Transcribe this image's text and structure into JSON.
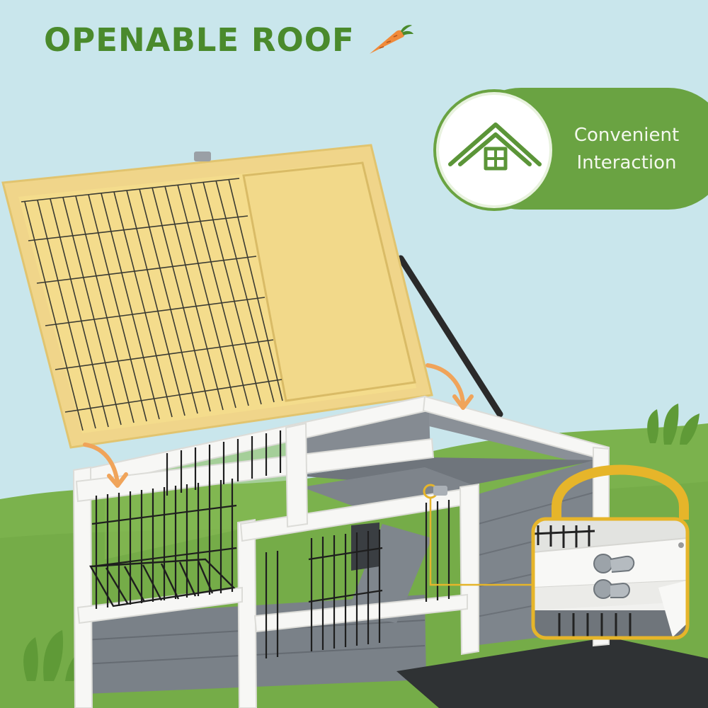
{
  "heading": {
    "text": "OPENABLE ROOF"
  },
  "feature": {
    "label_line1": "Convenient",
    "label_line2": "Interaction",
    "icon": "house-roof-icon"
  },
  "decorations": {
    "heading_icon": "carrot-icon",
    "detail_inset": "latch-closeup-inset"
  },
  "colors": {
    "sky": "#c9e6ec",
    "grass": "#7bb24d",
    "brand_green": "#4a8a2c",
    "banner_green": "#6aa342",
    "roof_panel": "#f4dc8c",
    "hutch_grey": "#7e858c",
    "frame_white": "#f7f7f5",
    "arrow_orange": "#f0a45a",
    "inset_border": "#e6b52a"
  }
}
